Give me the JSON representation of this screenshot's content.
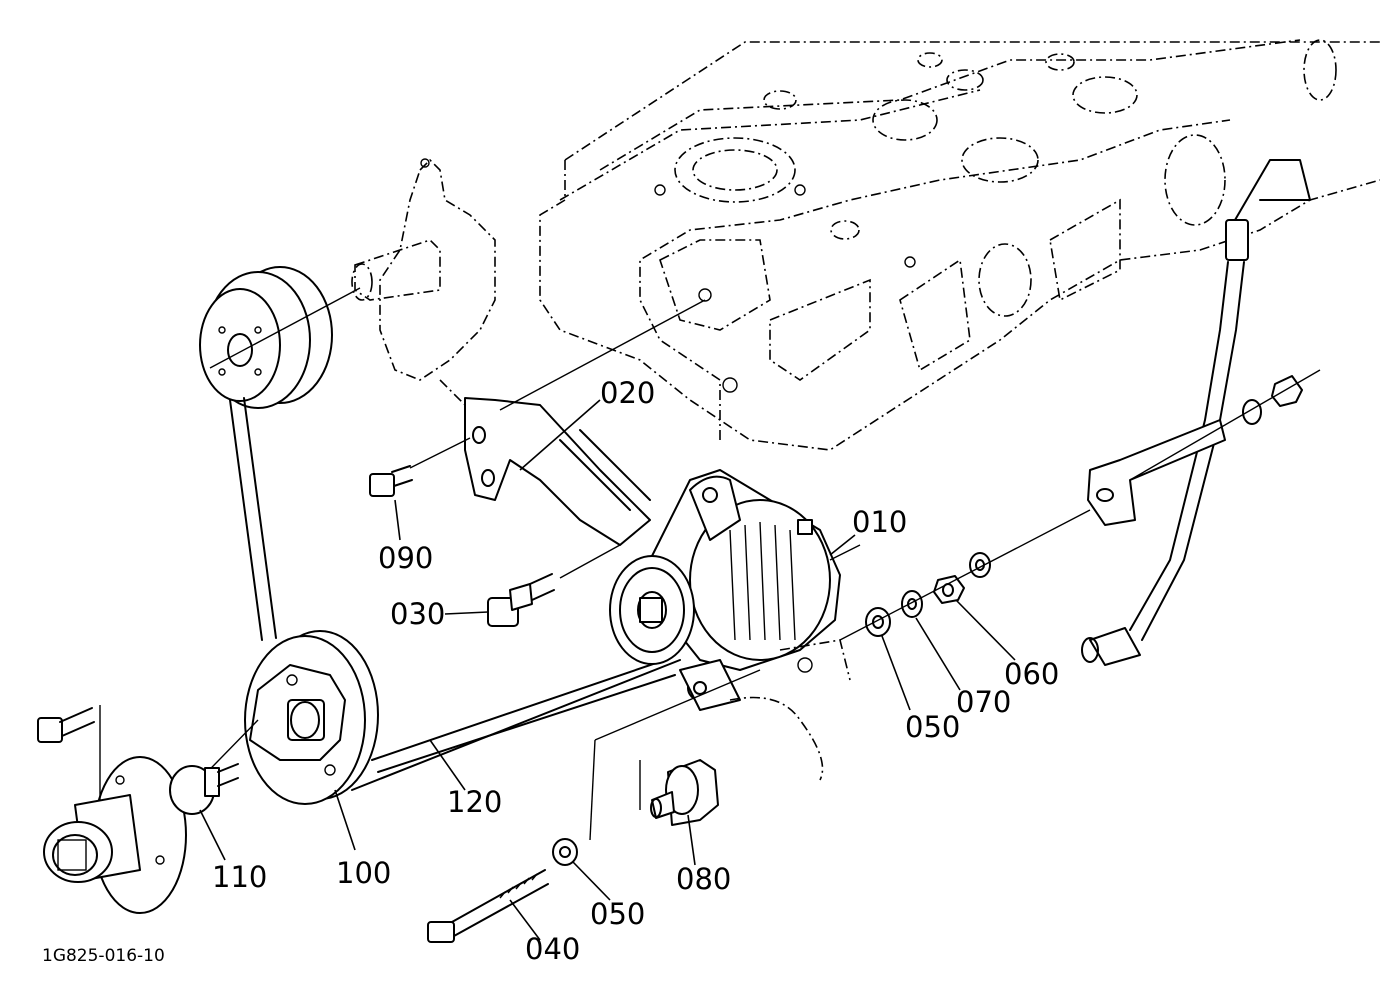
{
  "diagram": {
    "figure_code": "1G825-016-10",
    "callouts": {
      "p010": "010",
      "p020": "020",
      "p030": "030",
      "p040": "040",
      "p050a": "050",
      "p050b": "050",
      "p060": "060",
      "p070": "070",
      "p080": "080",
      "p090": "090",
      "p100": "100",
      "p110": "110",
      "p120": "120"
    }
  }
}
